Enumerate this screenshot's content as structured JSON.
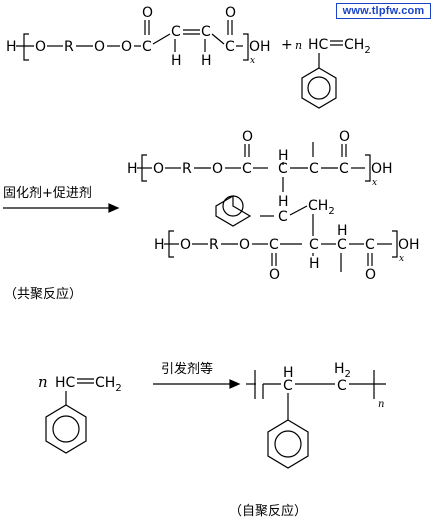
{
  "watermark": {
    "text": "www.tlpfw.com",
    "color": "#1a43c7"
  },
  "reaction1": {
    "reactant_polyester": {
      "h": "H",
      "o1": "O",
      "r": "R",
      "o2": "O",
      "o3": "O",
      "c1": "C",
      "c2": "C",
      "ch_a": "H",
      "ch_b": "H",
      "c3": "C",
      "c4": "C",
      "o_top1": "O",
      "o_top2": "O",
      "oh": "OH",
      "x": "x"
    },
    "plus": "+",
    "n": "n",
    "styrene_hc": "HC",
    "styrene_ch2": "CH",
    "styrene_sub2": "2",
    "arrow_label": "固化剂+促进剂",
    "product_upper": {
      "h": "H",
      "o1": "O",
      "r": "R",
      "o2": "O",
      "c1": "C",
      "o_top": "O",
      "ch": "H",
      "c_ch": "C",
      "c_ch2": "C",
      "c_end": "C",
      "o_top2": "O",
      "oh": "OH",
      "x": "x"
    },
    "bridge": {
      "h1": "H",
      "c1": "C",
      "ch2": "CH",
      "sub2": "2"
    },
    "product_lower": {
      "h": "H",
      "o1": "O",
      "r": "R",
      "o2": "O",
      "c1": "C",
      "o_bot": "O",
      "c2": "C",
      "h2": "H",
      "c3": "C",
      "h3": "H",
      "c4": "C",
      "o_bot2": "O",
      "oh": "OH",
      "x": "x"
    },
    "caption": "（共聚反应）"
  },
  "reaction2": {
    "n": "n",
    "hc": "HC",
    "ch2": "CH",
    "sub2": "2",
    "arrow_label": "引发剂等",
    "h_top": "H",
    "c1": "C",
    "h2_top": "H",
    "h2_sub": "2",
    "c2": "C",
    "n_sub": "n",
    "caption": "（自聚反应）"
  }
}
